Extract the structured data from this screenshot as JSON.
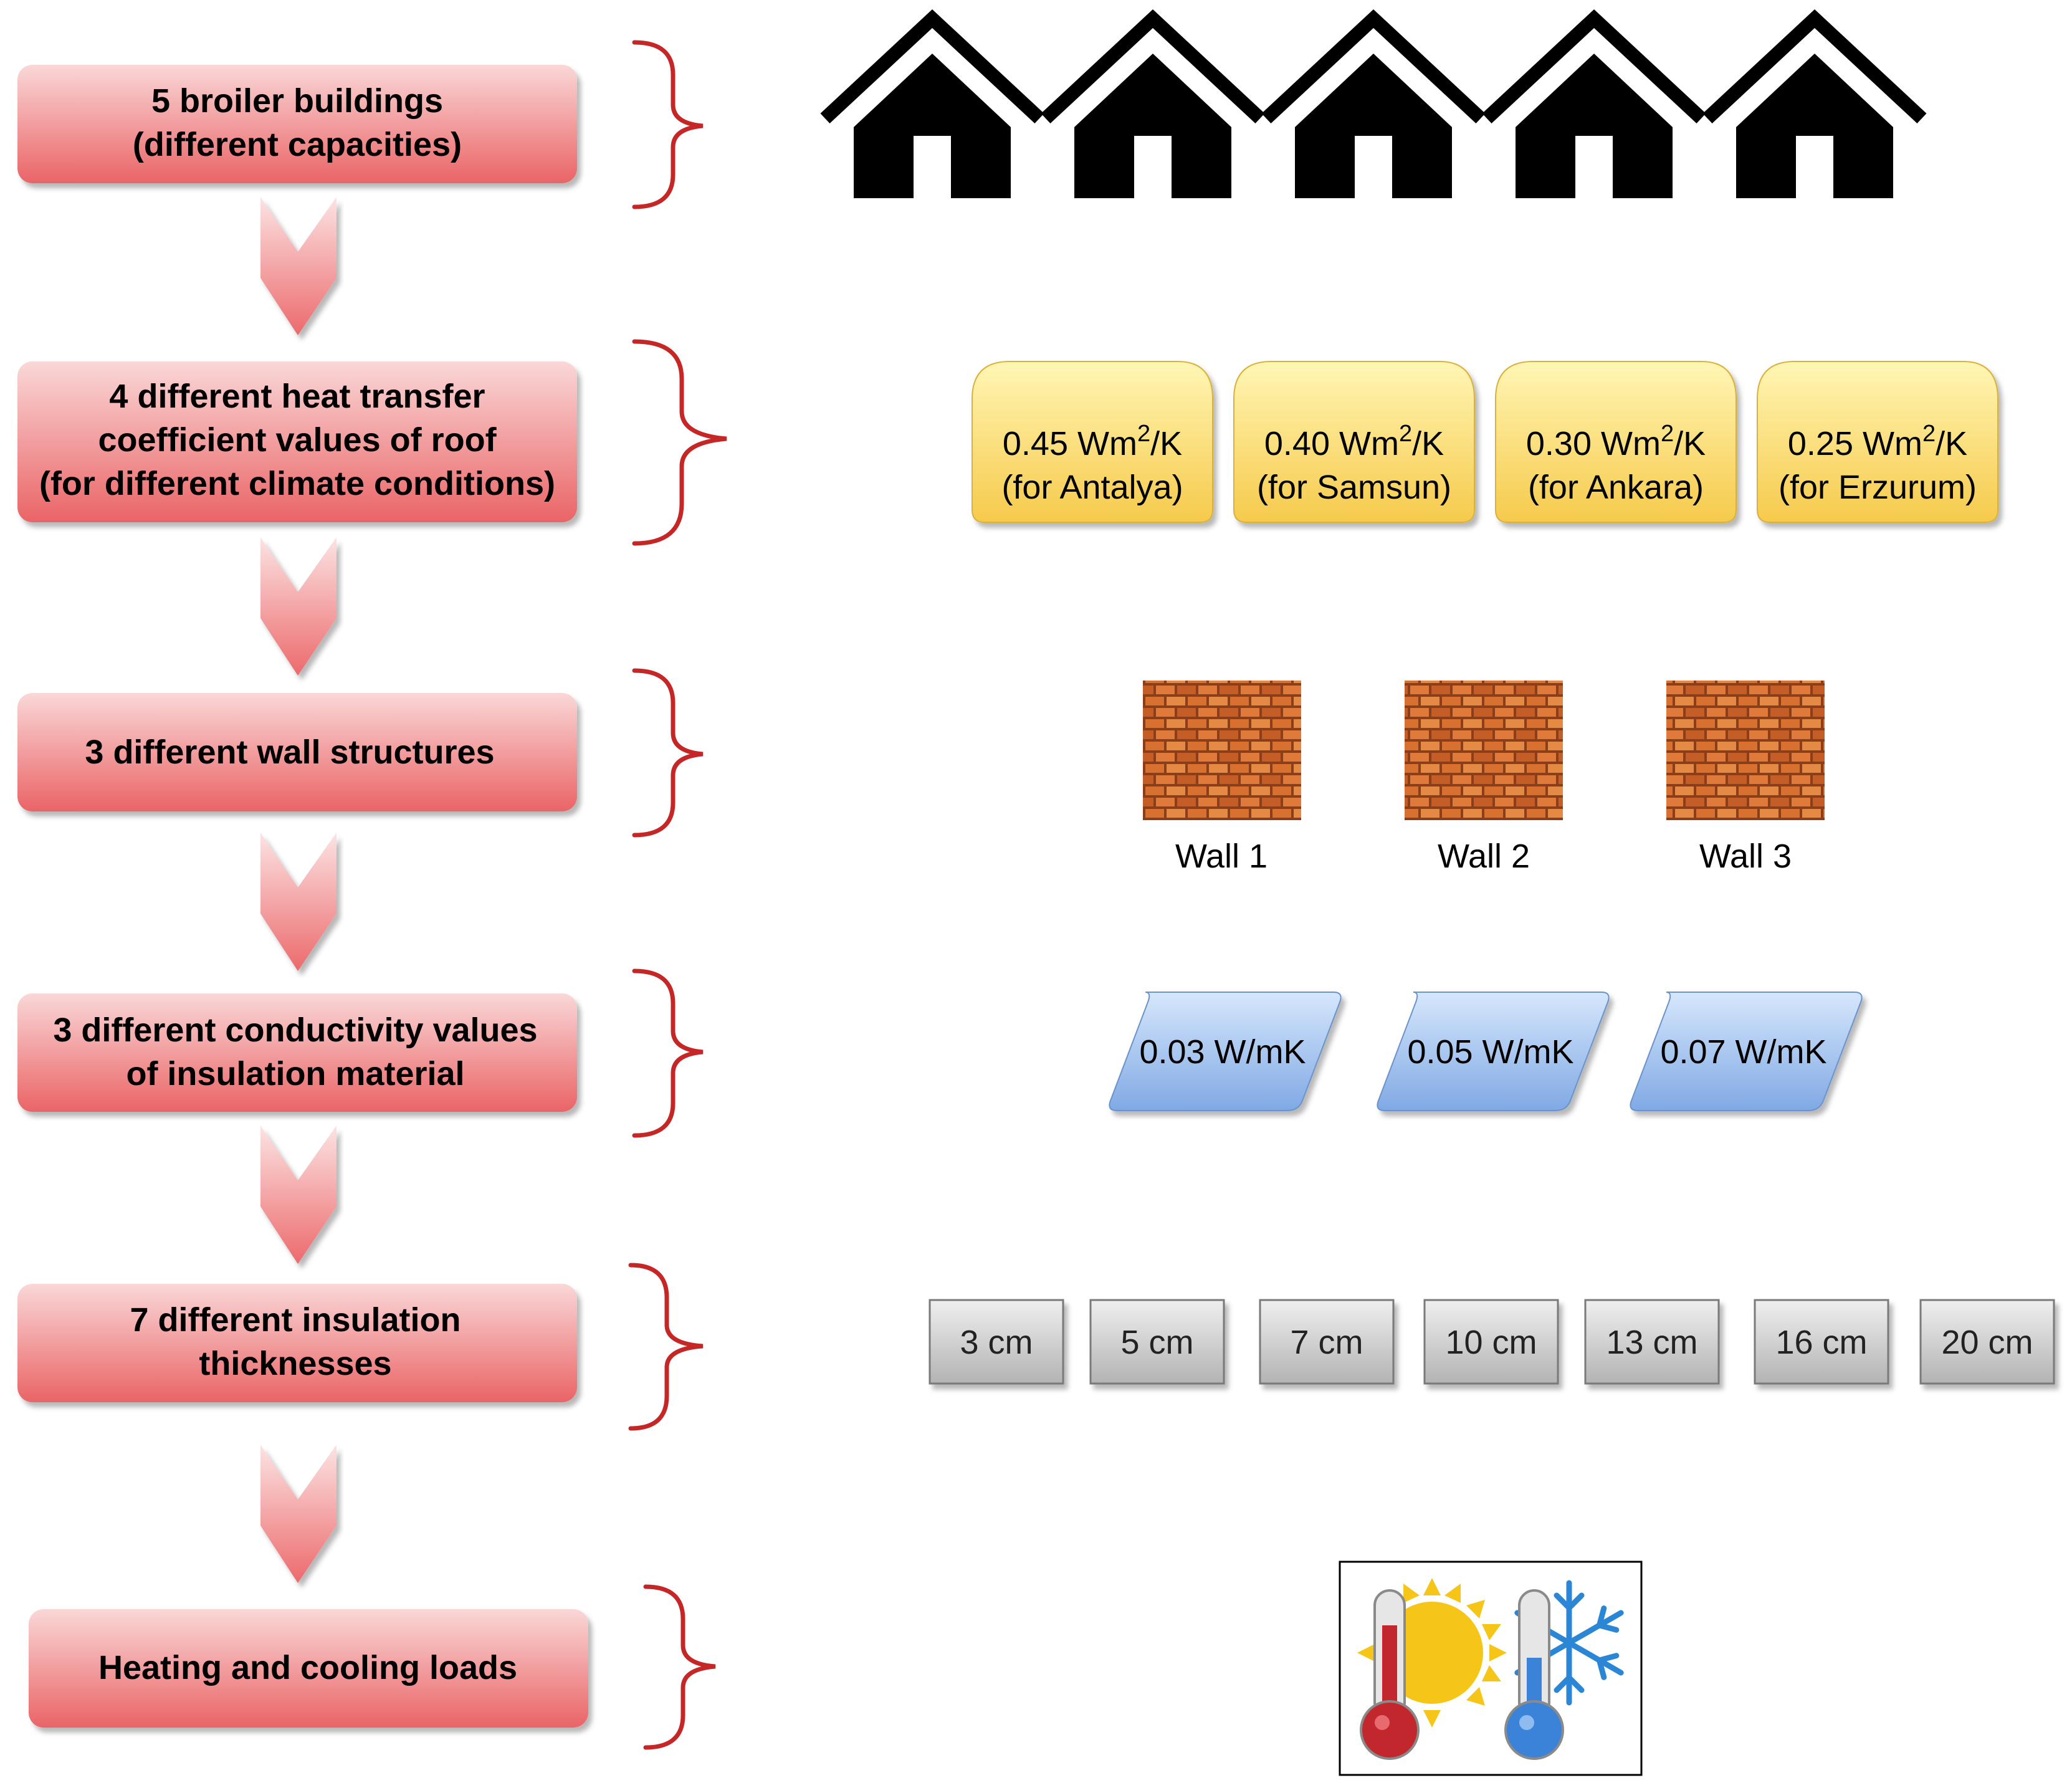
{
  "colors": {
    "step_fill_top": "#f9d2d2",
    "step_fill_bottom": "#ea6466",
    "arrow": "#ef8585",
    "brace": "#c52727",
    "house": "#000000",
    "roof_box_top": "#fff3a6",
    "roof_box_bottom": "#f7cf52",
    "conductivity_top": "#cfe2fb",
    "conductivity_bottom": "#84aee6",
    "thickness_top": "#ebebeb",
    "thickness_bottom": "#b5b5b5",
    "brick": "#d46a2c",
    "thermo_hot": "#c2272d",
    "thermo_cold": "#3b82d9",
    "sun": "#f5c518",
    "snow": "#2b86d6"
  },
  "steps": [
    {
      "lines": [
        "5 broiler buildings",
        "(different capacities)"
      ]
    },
    {
      "lines": [
        "4 different heat transfer",
        "coefficient values of roof",
        "(for different climate conditions)"
      ]
    },
    {
      "lines": [
        "3 different wall structures"
      ]
    },
    {
      "lines": [
        "3 different conductivity values",
        "of insulation material"
      ]
    },
    {
      "lines": [
        "7 different insulation",
        "thicknesses"
      ]
    },
    {
      "lines": [
        "Heating and cooling loads"
      ]
    }
  ],
  "houses": {
    "count": 5,
    "icon": "house-icon"
  },
  "roof_values": [
    {
      "value": "0.45 Wm",
      "sup": "2",
      "unit": "/K",
      "place": "(for Antalya)"
    },
    {
      "value": "0.40 Wm",
      "sup": "2",
      "unit": "/K",
      "place": "(for Samsun)"
    },
    {
      "value": "0.30 Wm",
      "sup": "2",
      "unit": "/K",
      "place": "(for Ankara)"
    },
    {
      "value": "0.25 Wm",
      "sup": "2",
      "unit": "/K",
      "place": "(for Erzurum)"
    }
  ],
  "walls": [
    {
      "label": "Wall 1",
      "icon": "brick-wall-icon"
    },
    {
      "label": "Wall 2",
      "icon": "brick-wall-icon"
    },
    {
      "label": "Wall 3",
      "icon": "brick-wall-icon"
    }
  ],
  "conductivities": [
    "0.03 W/mK",
    "0.05 W/mK",
    "0.07 W/mK"
  ],
  "thicknesses": [
    "3 cm",
    "5 cm",
    "7 cm",
    "10 cm",
    "13 cm",
    "16 cm",
    "20 cm"
  ],
  "loads_icons": [
    "hot-thermometer-sun-icon",
    "cold-thermometer-snowflake-icon"
  ]
}
